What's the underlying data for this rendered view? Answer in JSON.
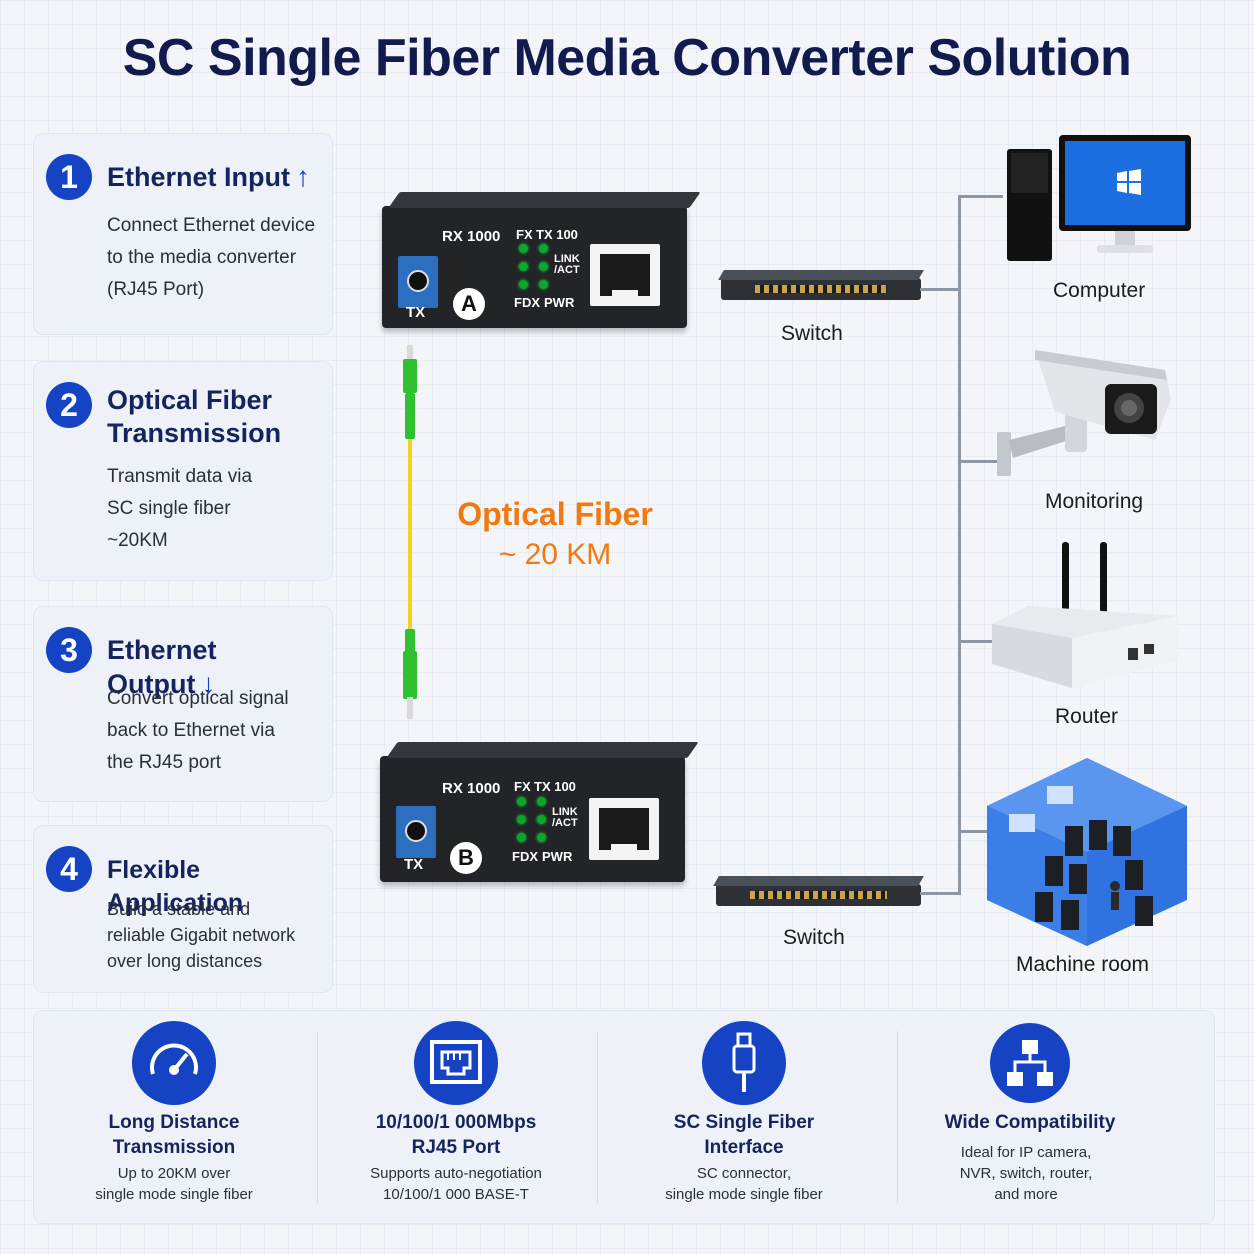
{
  "title": "SC Single Fiber Media Converter Solution",
  "steps": [
    {
      "num": "1",
      "title": "Ethernet Input",
      "arrow": "up",
      "lines": [
        "Connect Ethernet device",
        "to the media converter",
        "(RJ45 Port)"
      ]
    },
    {
      "num": "2",
      "title_lines": [
        "Optical Fiber",
        "Transmission"
      ],
      "lines": [
        "Transmit data via",
        "SC single fiber",
        "~20KM"
      ]
    },
    {
      "num": "3",
      "title": "Ethernet Output",
      "arrow": "down",
      "lines": [
        "Convert optical signal",
        "back to Ethernet via",
        "the RJ45 port"
      ]
    },
    {
      "num": "4",
      "title": "Flexible Application",
      "lines": [
        "Build a stable and",
        "reliable Gigabit network",
        "over long distances"
      ]
    }
  ],
  "converter": {
    "speed": "RX 1000",
    "fx": "FX",
    "tx100": "TX 100",
    "link": "LINK",
    "act": "/ACT",
    "fdx": "FDX",
    "pwr": "PWR",
    "tx": "TX",
    "unit_a": "A",
    "unit_b": "B"
  },
  "fiber": {
    "label": "Optical Fiber",
    "distance": "~ 20 KM"
  },
  "switch_label": "Switch",
  "endpoints": [
    "Computer",
    "Monitoring",
    "Router",
    "Machine room"
  ],
  "features": [
    {
      "icon": "gauge-icon",
      "title_lines": [
        "Long Distance",
        "Transmission"
      ],
      "desc_lines": [
        "Up to 20KM over",
        "single mode single fiber"
      ]
    },
    {
      "icon": "rj45-port-icon",
      "title_lines": [
        "10/100/1 000Mbps",
        "RJ45 Port"
      ],
      "desc_lines": [
        "Supports auto-negotiation",
        "10/100/1 000 BASE-T"
      ]
    },
    {
      "icon": "fiber-connector-icon",
      "title_lines": [
        "SC Single Fiber",
        "Interface"
      ],
      "desc_lines": [
        "SC connector,",
        "single mode single fiber"
      ]
    },
    {
      "icon": "network-topology-icon",
      "title_lines": [
        "Wide Compatibility"
      ],
      "desc_lines": [
        "Ideal for IP camera,",
        "NVR, switch, router,",
        "and more"
      ]
    }
  ],
  "colors": {
    "brand_blue": "#1543c4",
    "title_navy": "#121a4e",
    "fiber_orange": "#f07a10",
    "fiber_yellow": "#f2d21c",
    "connector_green": "#2fc12f",
    "led_green": "#0aa82a"
  }
}
